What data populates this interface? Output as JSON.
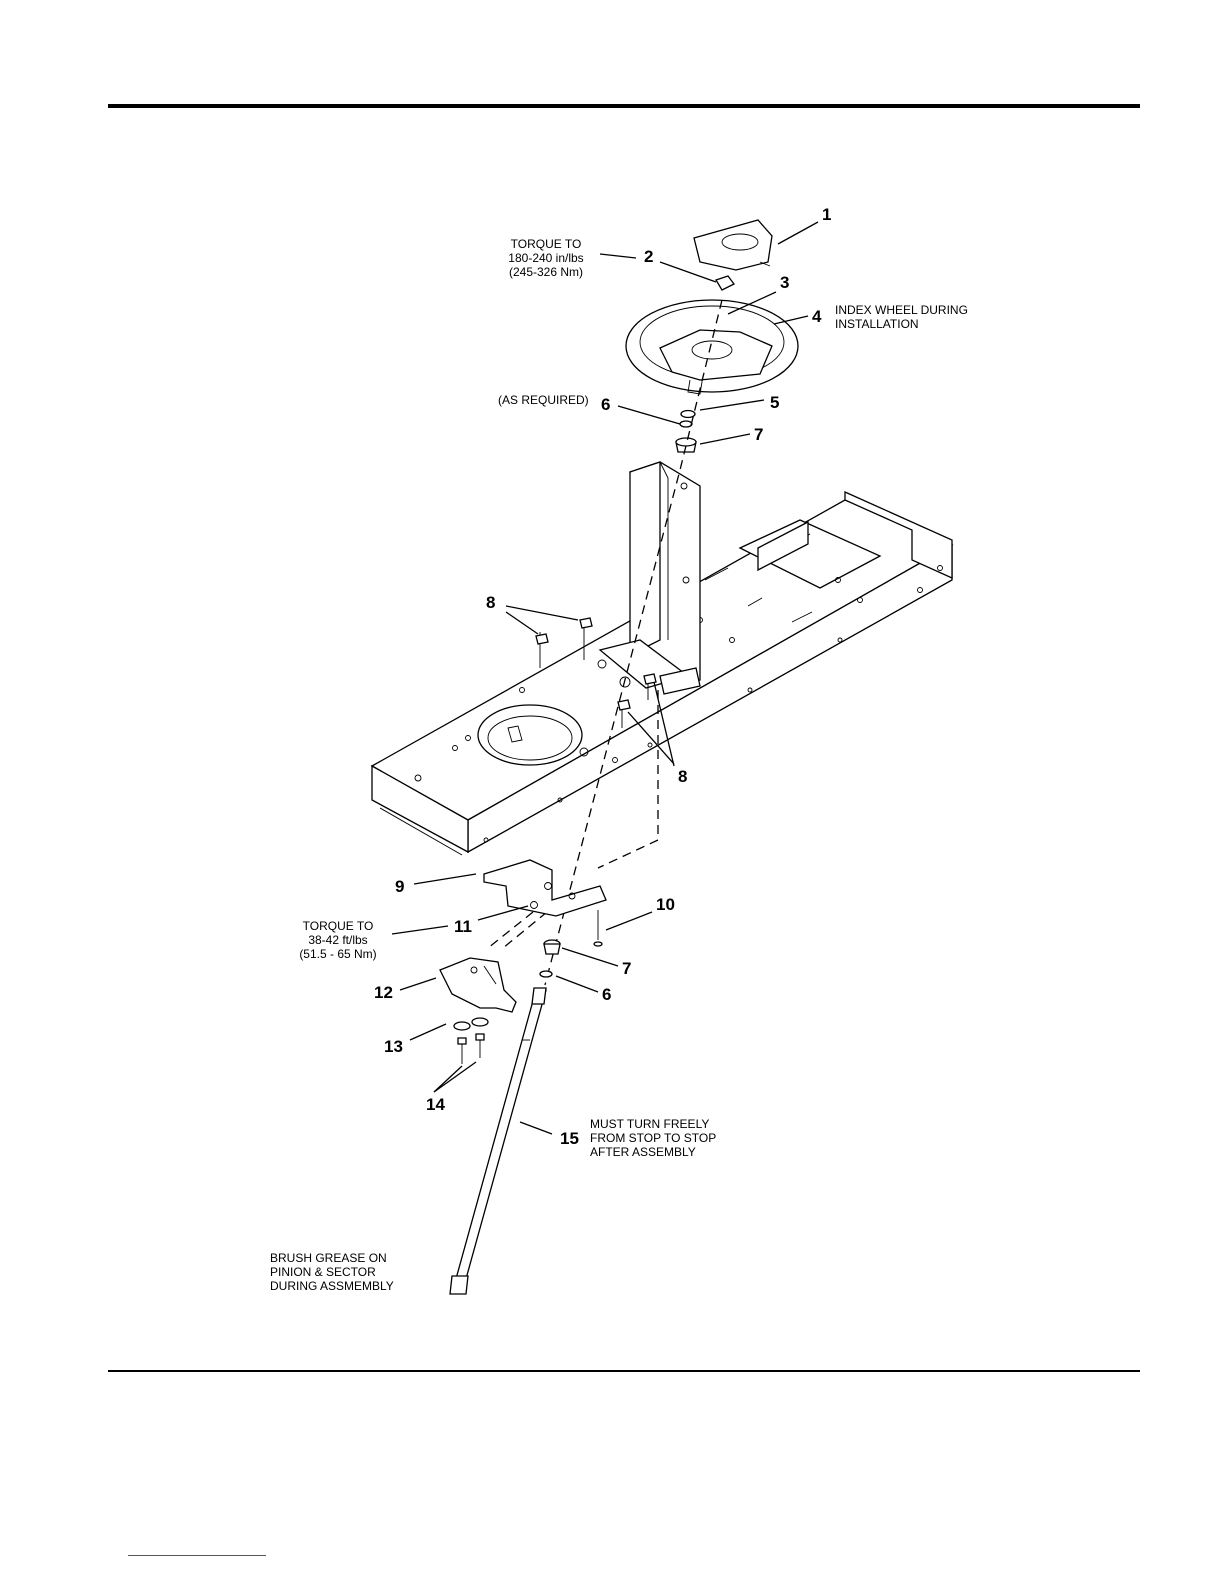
{
  "callouts": {
    "n1": "1",
    "n2": "2",
    "n3": "3",
    "n4": "4",
    "n5": "5",
    "n6": "6",
    "n7": "7",
    "n8a": "8",
    "n8b": "8",
    "n9": "9",
    "n10": "10",
    "n11": "11",
    "n7b": "7",
    "n6b": "6",
    "n12": "12",
    "n13": "13",
    "n14": "14",
    "n15": "15"
  },
  "notes": {
    "torque_top": [
      "TORQUE TO",
      "180-240 in/lbs",
      "(245-326 Nm)"
    ],
    "index_wheel": [
      "INDEX WHEEL DURING",
      "INSTALLATION"
    ],
    "as_required": "(AS REQUIRED)",
    "torque_mid": [
      "TORQUE TO",
      "38-42 ft/lbs",
      "(51.5 - 65 Nm)"
    ],
    "turn_freely": [
      "MUST TURN FREELY",
      "FROM STOP TO STOP",
      "AFTER ASSEMBLY"
    ],
    "grease": [
      "BRUSH GREASE ON",
      "PINION & SECTOR",
      "DURING ASSMEMBLY"
    ]
  }
}
